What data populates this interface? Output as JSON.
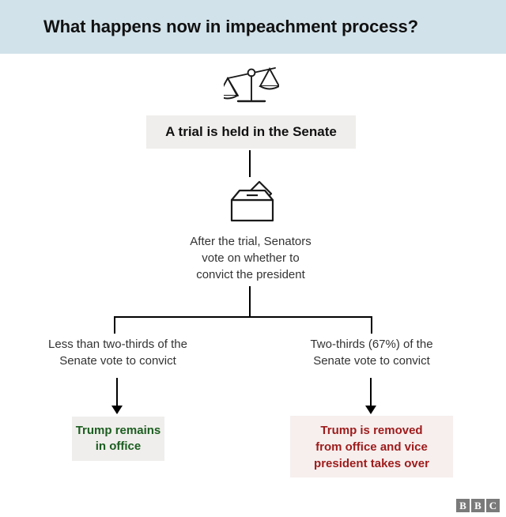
{
  "header": {
    "title": "What happens now in impeachment process?",
    "background_color": "#d2e2ea"
  },
  "flow": {
    "trial_step": {
      "label": "A trial is held in the Senate",
      "icon": "scales-of-justice-icon",
      "background_color": "#f0eeec"
    },
    "vote_step": {
      "icon": "ballot-box-icon",
      "line1": "After the trial, Senators",
      "line2": "vote on whether to",
      "line3": "convict the president"
    },
    "branches": [
      {
        "condition_line1": "Less than two-thirds of the",
        "condition_line2": "Senate vote to convict",
        "outcome_line1": "Trump remains",
        "outcome_line2": "in office",
        "outcome_color": "#1b5e20",
        "outcome_background": "#f0eeec"
      },
      {
        "condition_line1": "Two-thirds (67%) of the",
        "condition_line2": "Senate vote to convict",
        "outcome_line1": "Trump is removed",
        "outcome_line2": "from office and vice",
        "outcome_line3": "president takes over",
        "outcome_color": "#9e1b1b",
        "outcome_background": "#f6efee"
      }
    ]
  },
  "logo": {
    "letters": [
      "B",
      "B",
      "C"
    ],
    "block_color": "#7a7a7a"
  }
}
